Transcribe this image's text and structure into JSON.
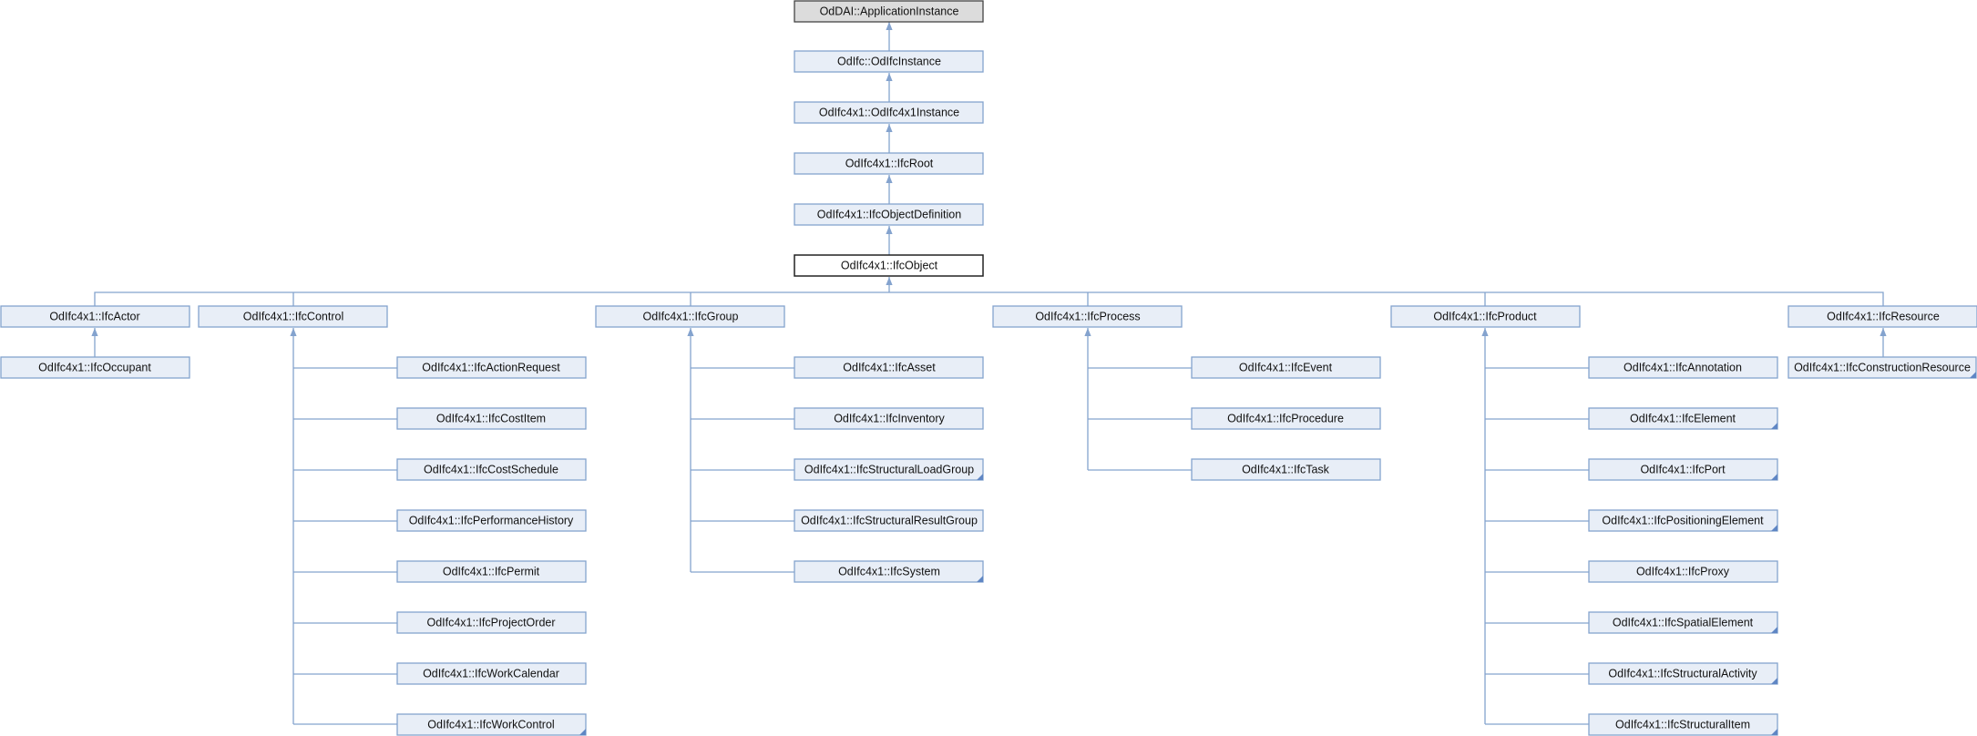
{
  "nodes": {
    "app_instance": "OdDAI::ApplicationInstance",
    "ifc_instance": "OdIfc::OdIfcInstance",
    "ifc4x1_instance": "OdIfc4x1::OdIfc4x1Instance",
    "ifc_root": "OdIfc4x1::IfcRoot",
    "ifc_object_definition": "OdIfc4x1::IfcObjectDefinition",
    "ifc_object": "OdIfc4x1::IfcObject",
    "ifc_actor": "OdIfc4x1::IfcActor",
    "ifc_occupant": "OdIfc4x1::IfcOccupant",
    "ifc_control": "OdIfc4x1::IfcControl",
    "ifc_action_request": "OdIfc4x1::IfcActionRequest",
    "ifc_cost_item": "OdIfc4x1::IfcCostItem",
    "ifc_cost_schedule": "OdIfc4x1::IfcCostSchedule",
    "ifc_performance_history": "OdIfc4x1::IfcPerformanceHistory",
    "ifc_permit": "OdIfc4x1::IfcPermit",
    "ifc_project_order": "OdIfc4x1::IfcProjectOrder",
    "ifc_work_calendar": "OdIfc4x1::IfcWorkCalendar",
    "ifc_work_control": "OdIfc4x1::IfcWorkControl",
    "ifc_group": "OdIfc4x1::IfcGroup",
    "ifc_asset": "OdIfc4x1::IfcAsset",
    "ifc_inventory": "OdIfc4x1::IfcInventory",
    "ifc_structural_load_group": "OdIfc4x1::IfcStructuralLoadGroup",
    "ifc_structural_result_group": "OdIfc4x1::IfcStructuralResultGroup",
    "ifc_system": "OdIfc4x1::IfcSystem",
    "ifc_process": "OdIfc4x1::IfcProcess",
    "ifc_event": "OdIfc4x1::IfcEvent",
    "ifc_procedure": "OdIfc4x1::IfcProcedure",
    "ifc_task": "OdIfc4x1::IfcTask",
    "ifc_product": "OdIfc4x1::IfcProduct",
    "ifc_annotation": "OdIfc4x1::IfcAnnotation",
    "ifc_element": "OdIfc4x1::IfcElement",
    "ifc_port": "OdIfc4x1::IfcPort",
    "ifc_positioning_element": "OdIfc4x1::IfcPositioningElement",
    "ifc_proxy": "OdIfc4x1::IfcProxy",
    "ifc_spatial_element": "OdIfc4x1::IfcSpatialElement",
    "ifc_structural_activity": "OdIfc4x1::IfcStructuralActivity",
    "ifc_structural_item": "OdIfc4x1::IfcStructuralItem",
    "ifc_resource": "OdIfc4x1::IfcResource",
    "ifc_construction_resource": "OdIfc4x1::IfcConstructionResource"
  },
  "colors": {
    "node_fill": "#E8EEF7",
    "node_border": "#84A3CE",
    "root_fill": "#DCDCDC",
    "focus_border": "#222222",
    "edge": "#84A3CE",
    "more_marker": "#5F86C4"
  }
}
